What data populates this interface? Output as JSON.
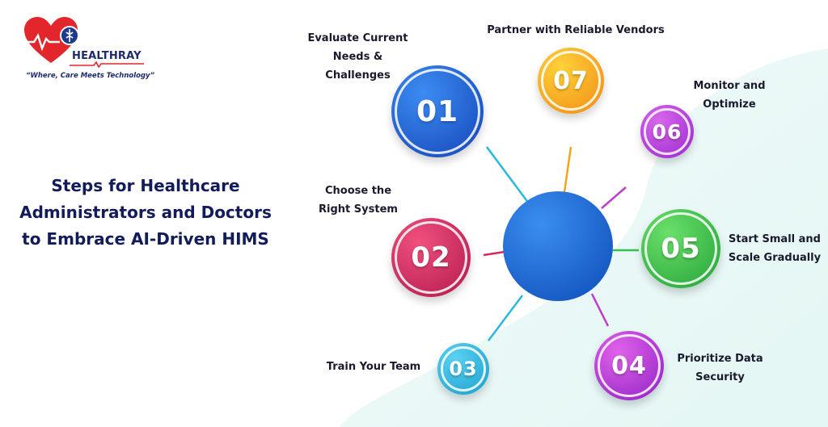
{
  "logo": {
    "brand": "HEALTHRAY",
    "tagline": "“Where, Care Meets Technology”"
  },
  "heading": {
    "lines": [
      "Steps for Healthcare",
      "Administrators and Doctors",
      "to Embrace AI-Driven HIMS"
    ]
  },
  "steps": [
    {
      "num": "01",
      "lines": [
        "Evaluate Current",
        "Needs &",
        "Challenges"
      ],
      "color": "#1e5bd6"
    },
    {
      "num": "02",
      "lines": [
        "Choose the",
        "Right System"
      ],
      "color": "#d6285e"
    },
    {
      "num": "03",
      "lines": [
        "Train Your Team"
      ],
      "color": "#29b9e0"
    },
    {
      "num": "04",
      "lines": [
        "Prioritize Data",
        "Security"
      ],
      "color": "#c03ad0"
    },
    {
      "num": "05",
      "lines": [
        "Start Small and",
        "Scale Gradually"
      ],
      "color": "#35c24a"
    },
    {
      "num": "06",
      "lines": [
        "Monitor and",
        "Optimize"
      ],
      "color": "#b83ad6"
    },
    {
      "num": "07",
      "lines": [
        "Partner with Reliable Vendors"
      ],
      "color": "#f2a41a"
    }
  ],
  "center_color": "#1e74dc"
}
